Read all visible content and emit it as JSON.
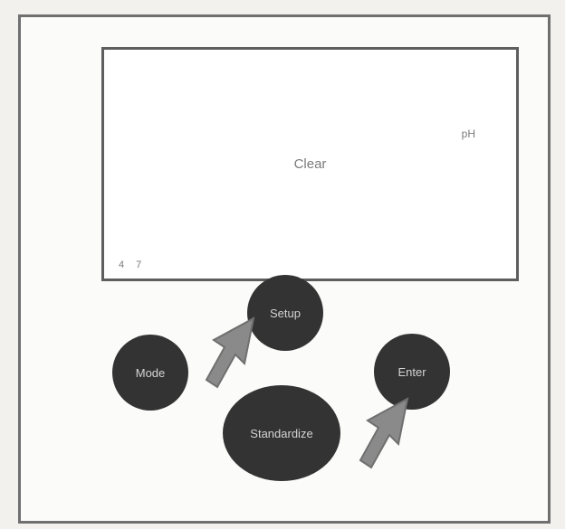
{
  "screen": {
    "status": "Clear",
    "unit": "pH",
    "corner": "4 7"
  },
  "keys": {
    "setup": "Setup",
    "mode": "Mode",
    "enter": "Enter",
    "standardize": "Standardize"
  },
  "icons": {
    "arrow": "cursor-arrow-icon"
  },
  "colors": {
    "key_fill": "#333333",
    "arrow_fill": "#8a8a8a"
  }
}
